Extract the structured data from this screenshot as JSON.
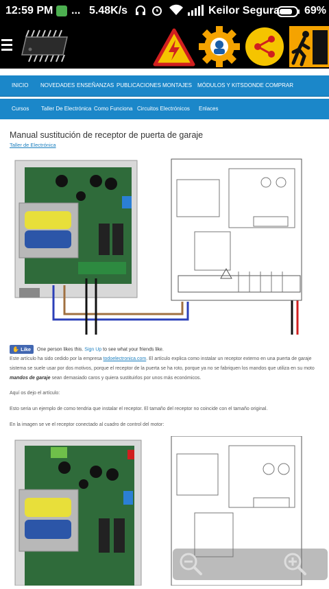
{
  "status_bar": {
    "time": "12:59 PM",
    "dots": "...",
    "speed": "5.48K/s",
    "carrier": "Keilor Segura",
    "battery": "69%"
  },
  "app_bar": {
    "icons": [
      "menu-icon",
      "microchip-logo-icon",
      "electric-hazard-icon",
      "gear-settings-icon",
      "share-icon",
      "emergency-exit-icon"
    ]
  },
  "nav_primary": {
    "items": [
      "INICIO",
      "NOVEDADES",
      "ENSEÑANZAS",
      "PUBLICACIONES",
      "MONTAJES",
      "MÓDULOS Y KITS",
      "DONDE COMPRAR"
    ]
  },
  "nav_secondary": {
    "items": [
      "Cursos",
      "Taller De Electrónica",
      "Como Funciona",
      "Circuitos Electrónicos",
      "Enlaces"
    ]
  },
  "article": {
    "title": "Manual sustitución de receptor de puerta de garaje",
    "category": "Taller de Electrónica",
    "facebook": {
      "like_button": "Like",
      "text_before": "One person likes this.",
      "signup_link": "Sign Up",
      "text_after": "to see what your friends like."
    },
    "para1_start": "Este artículo ha sido cedido por la empresa",
    "para1_link": "todoelectronica.com",
    "para1_end": ".  El artículo explica como instalar un receptor externo en una puerta de garaje",
    "para2": "sistema se suele usar por dos motivos, porque el receptor de la puerta se ha roto, porque ya no se fabriquen los mandos que utiliza en su moto",
    "para3_bold": "mandos de garaje",
    "para3_end": "sean demasiado caros y quiera sustituirlos por unos más económicos.",
    "para4": "Aquí os dejo el artículo:",
    "para5": "Esto seria un ejemplo de como tendria que instalar el receptor. El tamaño del receptor no coincide con el tamaño original.",
    "para6": "En la imagen se ve el receptor conectado al cuadro de control del motor:"
  },
  "zoom_controls": {
    "zoom_out": "zoom-out-icon",
    "zoom_in": "zoom-in-icon"
  },
  "colors": {
    "nav_blue": "#1b87c9",
    "link_blue": "#1b7fbf",
    "facebook_blue": "#4267b2"
  }
}
